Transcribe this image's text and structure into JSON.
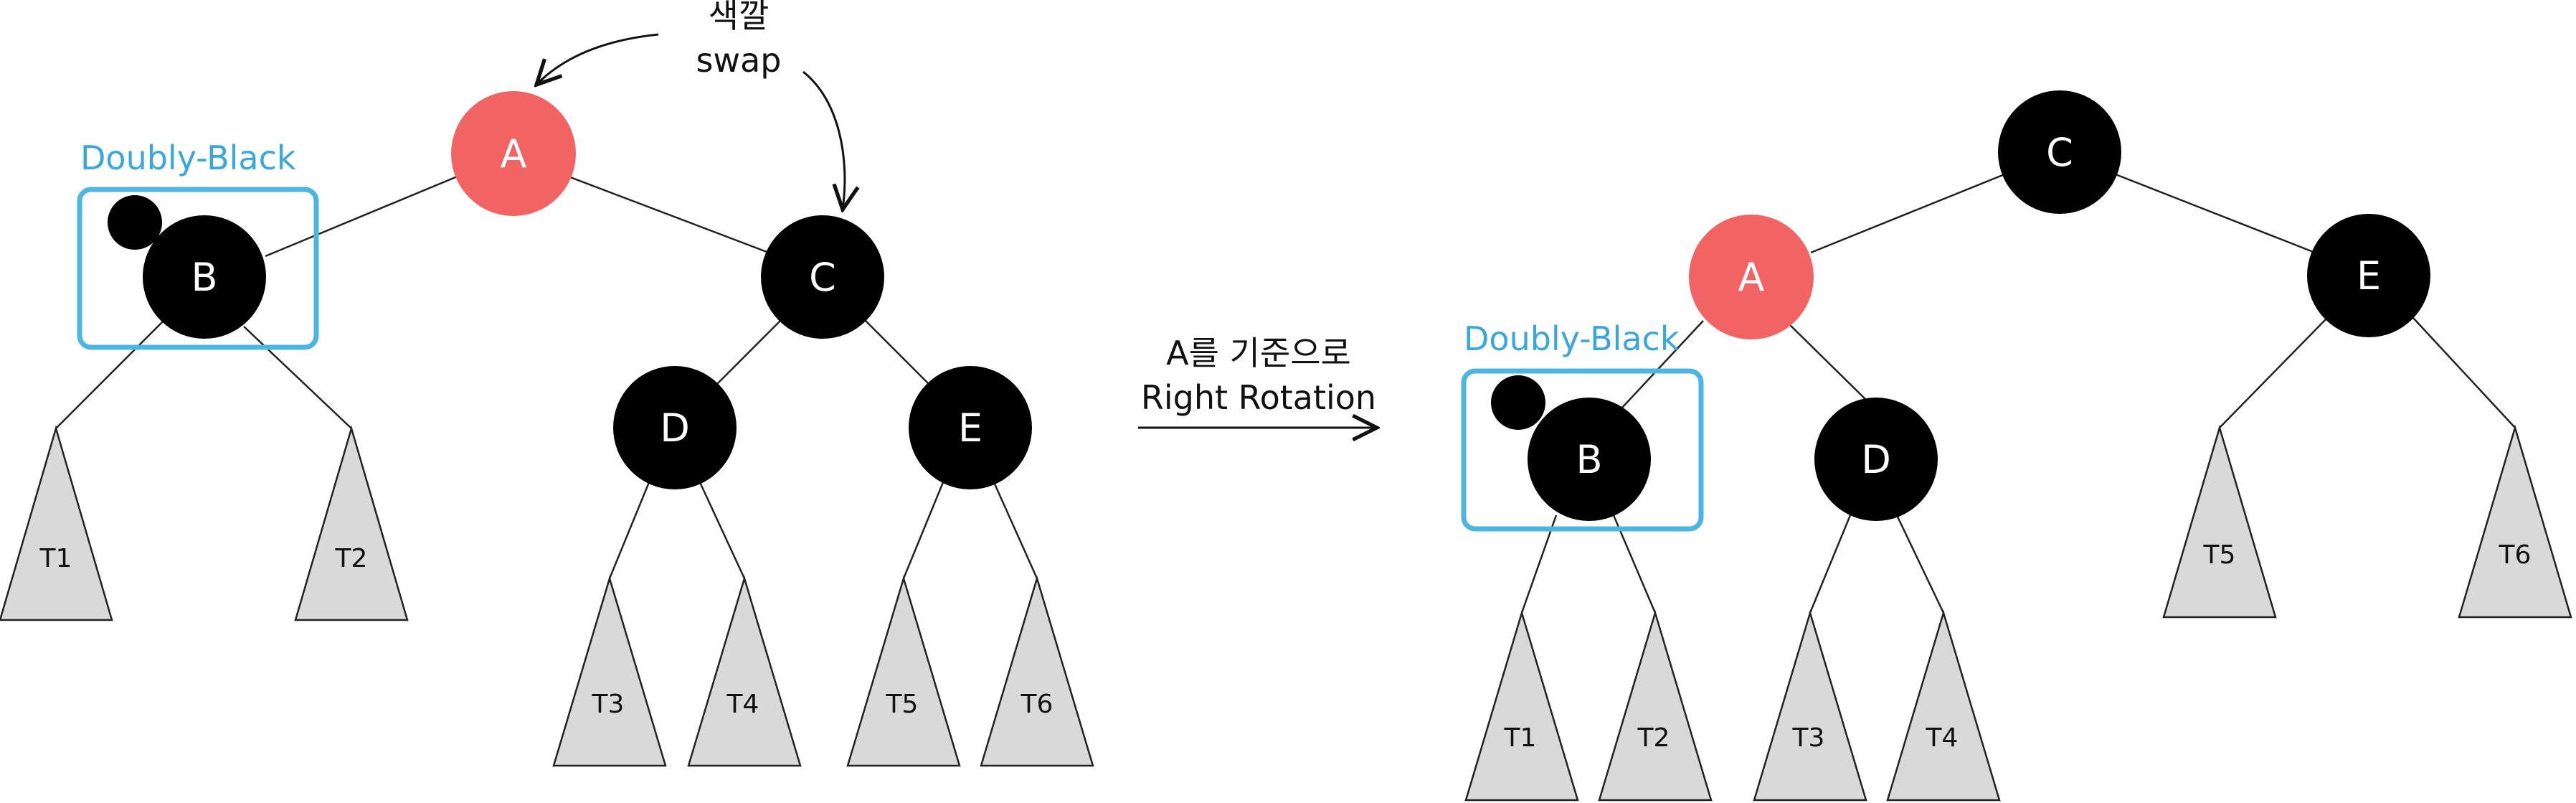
{
  "colors": {
    "black_node": "#000000",
    "red_node": "#f26464",
    "subtree_fill": "#d9d9d9",
    "highlight": "#4db6e0",
    "tag_text": "#3aa7dc",
    "edge": "#222222"
  },
  "swap_note": {
    "line1": "색깔",
    "line2": "swap"
  },
  "operation_note": {
    "line1": "A를 기준으로",
    "line2": "Right Rotation"
  },
  "doubly_black_tag": "Doubly-Black",
  "before": {
    "nodes": {
      "A": {
        "label": "A",
        "color": "red"
      },
      "B": {
        "label": "B",
        "color": "black"
      },
      "C": {
        "label": "C",
        "color": "black"
      },
      "D": {
        "label": "D",
        "color": "black"
      },
      "E": {
        "label": "E",
        "color": "black"
      }
    },
    "subtrees": {
      "T1": "T1",
      "T2": "T2",
      "T3": "T3",
      "T4": "T4",
      "T5": "T5",
      "T6": "T6"
    }
  },
  "after": {
    "nodes": {
      "C": {
        "label": "C",
        "color": "black"
      },
      "A": {
        "label": "A",
        "color": "red"
      },
      "E": {
        "label": "E",
        "color": "black"
      },
      "B": {
        "label": "B",
        "color": "black"
      },
      "D": {
        "label": "D",
        "color": "black"
      }
    },
    "subtrees": {
      "T1": "T1",
      "T2": "T2",
      "T3": "T3",
      "T4": "T4",
      "T5": "T5",
      "T6": "T6"
    }
  }
}
